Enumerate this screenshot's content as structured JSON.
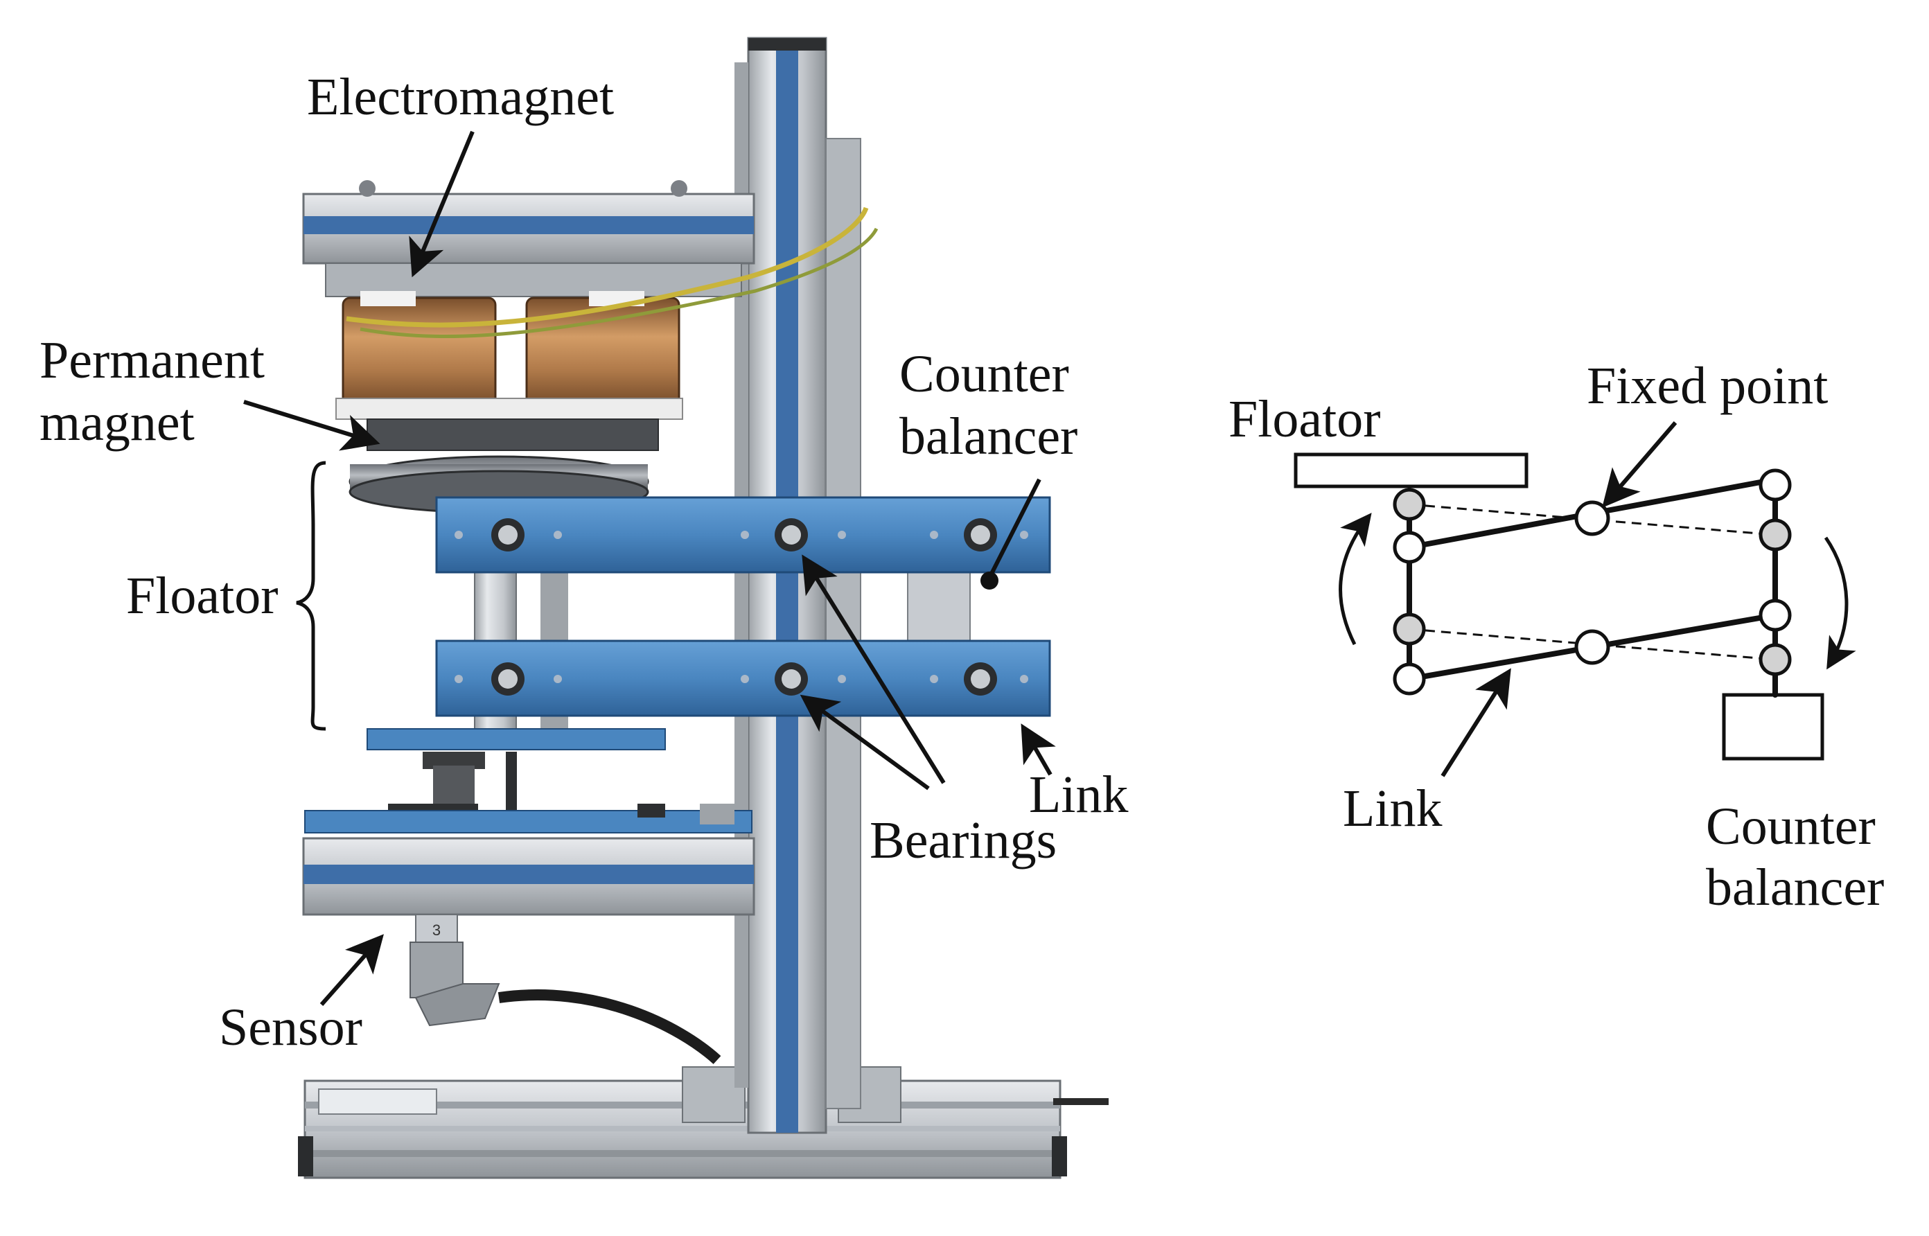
{
  "photo_labels": {
    "electromagnet": "Electromagnet",
    "permanent_magnet_1": "Permanent",
    "permanent_magnet_2": "magnet",
    "floator": "Floator",
    "counter_balancer_1": "Counter",
    "counter_balancer_2": "balancer",
    "bearings": "Bearings",
    "link": "Link",
    "sensor": "Sensor",
    "sensor_tag": "3"
  },
  "schematic_labels": {
    "floator": "Floator",
    "fixed_point": "Fixed point",
    "link": "Link",
    "counter_balancer_1": "Counter",
    "counter_balancer_2": "balancer"
  },
  "colors": {
    "text": "#111111",
    "frame_silver": "#c9cdd2",
    "frame_blue": "#3e6ea8",
    "link_plate_blue": "#4a86c0",
    "coil_copper": "#b07a4a",
    "joint_gray": "#d2d2d2"
  }
}
